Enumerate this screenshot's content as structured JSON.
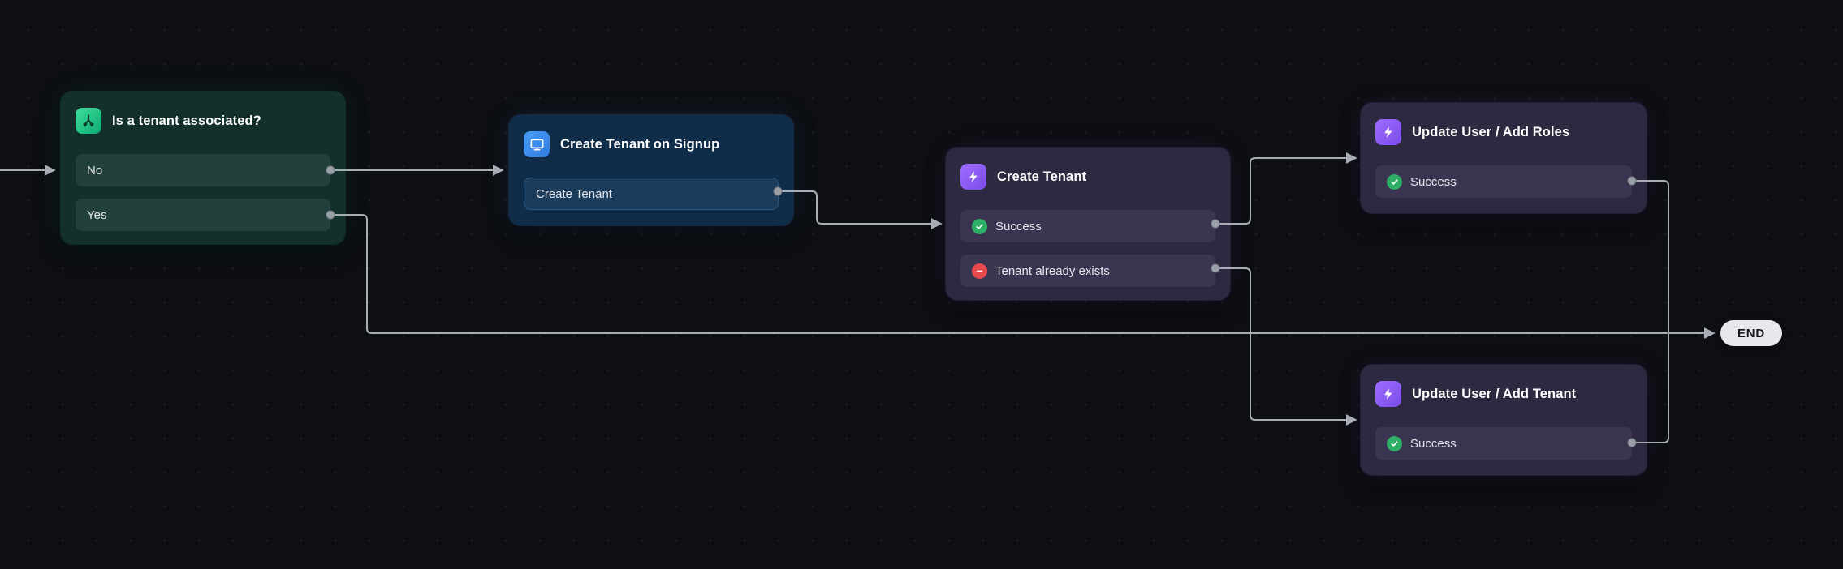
{
  "flow": {
    "end_label": "END"
  },
  "nodes": [
    {
      "title": "Is a tenant associated?",
      "type": "condition",
      "icon": "branch-icon",
      "rows": [
        {
          "label": "No"
        },
        {
          "label": "Yes"
        }
      ]
    },
    {
      "title": "Create Tenant on Signup",
      "type": "screen",
      "icon": "screen-icon",
      "rows": [
        {
          "label": "Create Tenant"
        }
      ]
    },
    {
      "title": "Create Tenant",
      "type": "action",
      "icon": "lightning-icon",
      "rows": [
        {
          "label": "Success",
          "status": "success",
          "status_icon": "success-icon"
        },
        {
          "label": "Tenant already exists",
          "status": "error",
          "status_icon": "error-icon"
        }
      ]
    },
    {
      "title": "Update User / Add Roles",
      "type": "action",
      "icon": "lightning-icon",
      "rows": [
        {
          "label": "Success",
          "status": "success",
          "status_icon": "success-icon"
        }
      ]
    },
    {
      "title": "Update User / Add Tenant",
      "type": "action",
      "icon": "lightning-icon",
      "rows": [
        {
          "label": "Success",
          "status": "success",
          "status_icon": "success-icon"
        }
      ]
    }
  ],
  "colors": {
    "condition_accent": "#10b981",
    "screen_accent": "#3b82f6",
    "action_accent": "#8b5cf6",
    "success": "#2fae68",
    "error": "#e5484d",
    "edge": "#a8adb5",
    "end_pill_bg": "#e6e8ec"
  }
}
